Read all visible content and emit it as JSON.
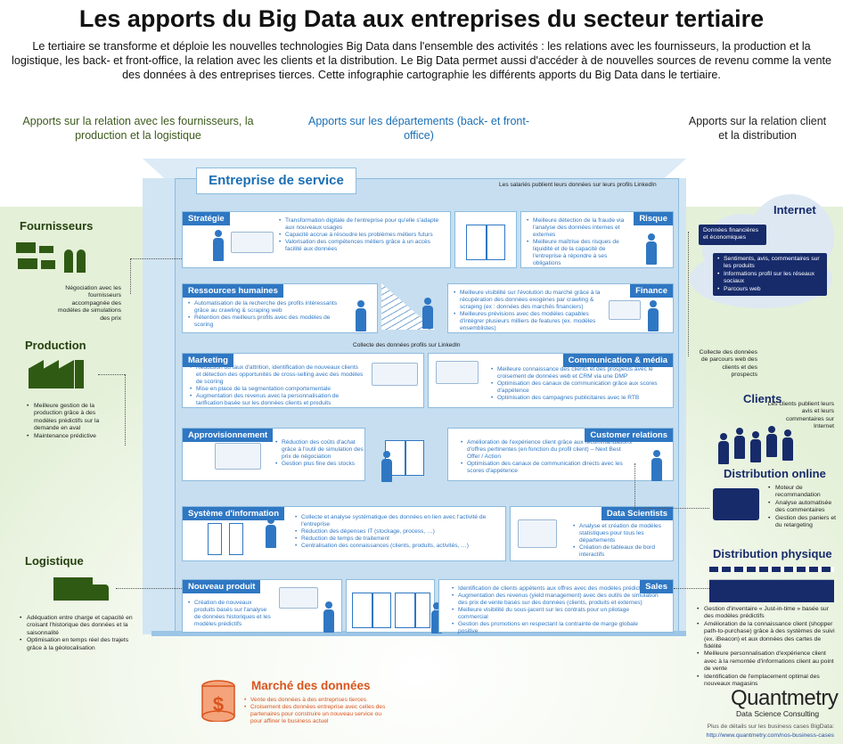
{
  "title": "Les apports du Big Data aux entreprises du secteur tertiaire",
  "intro": "Le tertiaire se transforme et déploie les nouvelles technologies Big Data dans l'ensemble des activités : les relations avec les fournisseurs, la production et la logistique, les back- et  front-office, la relation avec les clients et la distribution. Le Big Data permet aussi d'accéder à de nouvelles sources de revenu comme la vente des données à des entreprises tierces. Cette infographie cartographie les différents apports du Big Data dans le tertiaire.",
  "columns": {
    "left": "Apports sur la relation avec les fournisseurs, la production et la logistique",
    "middle": "Apports sur les départements (back- et front-office)",
    "right": "Apports sur la relation client et la distribution"
  },
  "building": {
    "title": "Entreprise de service",
    "linkedin_top": "Les salariés publient leurs données sur leurs profils LinkedIn",
    "linkedin_mid": "Collecte des données profils sur LinkedIn"
  },
  "panels": {
    "strategie": {
      "title": "Stratégie",
      "items": [
        "Transformation digitale de l'entreprise pour qu'elle s'adapte aux nouveaux usages",
        "Capacité accrue à résoudre les problèmes métiers futurs",
        "Valorisation des compétences métiers grâce à un accès facilité aux données"
      ]
    },
    "risque": {
      "title": "Risque",
      "items": [
        "Meilleure détection de la fraude via l'analyse des données internes et externes",
        "Meilleure maîtrise des risques de liquidité et de la capacité de l'entreprise à répondre à ses obligations"
      ]
    },
    "rh": {
      "title": "Ressources humaines",
      "items": [
        "Automatisation de la recherche des profils intéressants grâce au crawling & scraping web",
        "Rétention des meilleurs profils avec des modèles de scoring"
      ]
    },
    "finance": {
      "title": "Finance",
      "items": [
        "Meilleure visibilité sur l'évolution du marché grâce à la récupération des données exogènes par crawling & scraping (ex : données des marchés financiers)",
        "Meilleures prévisions avec des modèles capables d'intégrer plusieurs milliers de features (ex. modèles ensemblistes)"
      ]
    },
    "marketing": {
      "title": "Marketing",
      "items": [
        "Réduction du taux d'attrition, identification de nouveaux clients et détection des opportunités de cross-selling avec des modèles de scoring",
        "Mise en place de la segmentation comportementale",
        "Augmentation des revenus avec la personnalisation de tarification basée sur les données clients et produits"
      ]
    },
    "communication": {
      "title": "Communication & média",
      "items": [
        "Meilleure connaissance des clients et des prospects avec le croisement de données web et CRM via une DMP",
        "Optimisation des canaux de communication grâce aux scores d'appétence",
        "Optimisation des campagnes publicitaires avec le RTB"
      ]
    },
    "approvisionnement": {
      "title": "Approvisionnement",
      "items": [
        "Réduction des coûts d'achat grâce à l'outil de simulation des prix de négociation",
        "Gestion plus fine des stocks"
      ]
    },
    "customer": {
      "title": "Customer relations",
      "items": [
        "Amélioration de l'expérience client grâce aux recommandations d'offres pertinentes (en fonction du profil client) – Next Best Offer / Action",
        "Optimisation des canaux de communication directs avec les scores d'appétence"
      ]
    },
    "si": {
      "title": "Système d'information",
      "items": [
        "Collecte et analyse systématique des données en lien avec l'activité de l'entreprise",
        "Réduction des dépenses IT (stockage, process, …)",
        "Réduction de temps de traitement",
        "Centralisation des connaissances (clients, produits, activités, …)"
      ]
    },
    "datasci": {
      "title": "Data Scientists",
      "items": [
        "Analyse et création de modèles statistiques pour tous les départements",
        "Création de tableaux de bord interactifs"
      ]
    },
    "produit": {
      "title": "Nouveau produit",
      "items": [
        "Création de nouveaux produits basés sur l'analyse de données historiques et les modèles prédictifs"
      ]
    },
    "sales": {
      "title": "Sales",
      "items": [
        "Identification de clients appétents aux offres avec des modèles prédictifs",
        "Augmentation des revenus (yield management) avec des outils de simulation des prix de vente basés sur des données (clients, produits et externes)",
        "Meilleure visibilité du sous-jacent sur les contrats pour un pilotage commercial",
        "Gestion des promotions en respectant la contrainte de marge globale positive"
      ]
    }
  },
  "left": {
    "fournisseurs": {
      "title": "Fournisseurs",
      "text": "Négociation avec les fournisseurs accompagnée des modèles de simulations des prix"
    },
    "production": {
      "title": "Production",
      "items": [
        "Meilleure gestion de la production grâce à des modèles prédictifs sur la demande en aval",
        "Maintenance prédictive"
      ]
    },
    "logistique": {
      "title": "Logistique",
      "items": [
        "Adéquation entre charge et capacité en croisant l'historique des données et la saisonnalité",
        "Optimisation en temps réel des trajets grâce à la géolocalisation"
      ]
    }
  },
  "right": {
    "internet": {
      "title": "Internet",
      "box1": "Données financières et économiques",
      "box2": [
        "Sentiments, avis, commentaires sur les produits",
        "Informations profil sur les réseaux sociaux",
        "Parcours web"
      ]
    },
    "collecte": "Collecte des données de parcours web des clients et des prospects",
    "clients": {
      "title": "Clients",
      "text": "Les clients publient leurs avis et leurs commentaires sur Internet"
    },
    "online": {
      "title": "Distribution online",
      "items": [
        "Moteur de recommandation",
        "Analyse automatisée des commentaires",
        "Gestion des paniers et du retargeting"
      ]
    },
    "physique": {
      "title": "Distribution physique",
      "items": [
        "Gestion d'inventaire « Just-in-time » basée sur des modèles prédictifs",
        "Amélioration de la connaissance client (shopper path-to-purchase) grâce à des systèmes de suivi (ex. iBeacon) et aux données des cartes de fidélité",
        "Meilleure personnalisation d'expérience client avec à la remontée d'informations client au point de vente",
        "Identification de l'emplacement optimal des nouveaux magasins"
      ]
    }
  },
  "marche": {
    "title": "Marché des données",
    "items": [
      "Vente des données à des entreprises tierces",
      "Croisement des données entreprise avec celles des partenaires pour construire un nouveau service ou pour affiner le business actuel"
    ]
  },
  "footer": {
    "logo": "Quantmetry",
    "tagline": "Data Science Consulting",
    "more": "Plus de détails sur les business cases BigData:",
    "url": "http://www.quantmetry.com/nos-business-cases"
  },
  "colors": {
    "blue": "#2f77c3",
    "navy": "#172b6b",
    "green": "#2f5a14",
    "orange": "#d9541e"
  }
}
